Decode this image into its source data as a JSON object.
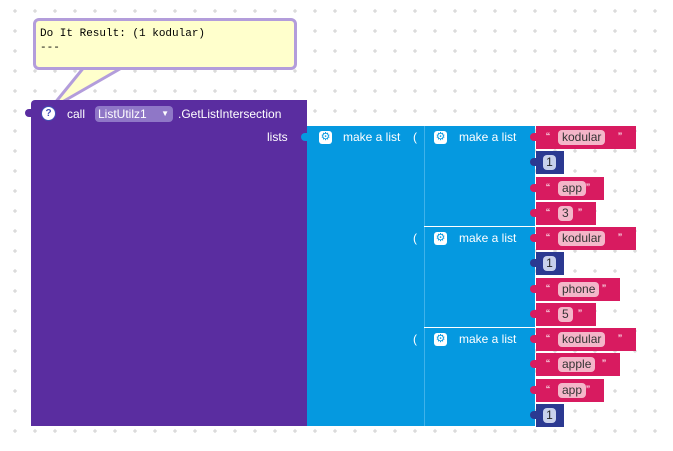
{
  "comment": {
    "line1": "Do It Result: (1 kodular)",
    "line2": "---"
  },
  "call_block": {
    "help_glyph": "?",
    "call_label": "call",
    "component": "ListUtilz1",
    "method": ".GetListIntersection",
    "socket_label": "lists"
  },
  "outer_list": {
    "label": "make a list",
    "gear": "⚙"
  },
  "inner_lists": [
    {
      "label": "make a list",
      "items": [
        {
          "type": "text",
          "value": "kodular"
        },
        {
          "type": "number",
          "value": "1"
        },
        {
          "type": "text",
          "value": "app"
        },
        {
          "type": "text",
          "value": "3"
        }
      ]
    },
    {
      "label": "make a list",
      "items": [
        {
          "type": "text",
          "value": "kodular"
        },
        {
          "type": "number",
          "value": "1"
        },
        {
          "type": "text",
          "value": "phone"
        },
        {
          "type": "text",
          "value": "5"
        }
      ]
    },
    {
      "label": "make a list",
      "items": [
        {
          "type": "text",
          "value": "kodular"
        },
        {
          "type": "text",
          "value": "apple"
        },
        {
          "type": "text",
          "value": "app"
        },
        {
          "type": "number",
          "value": "1"
        }
      ]
    }
  ],
  "colors": {
    "procedure": "#5a2da0",
    "list": "#0599e0",
    "text": "#d81b60",
    "number": "#2b3991"
  }
}
